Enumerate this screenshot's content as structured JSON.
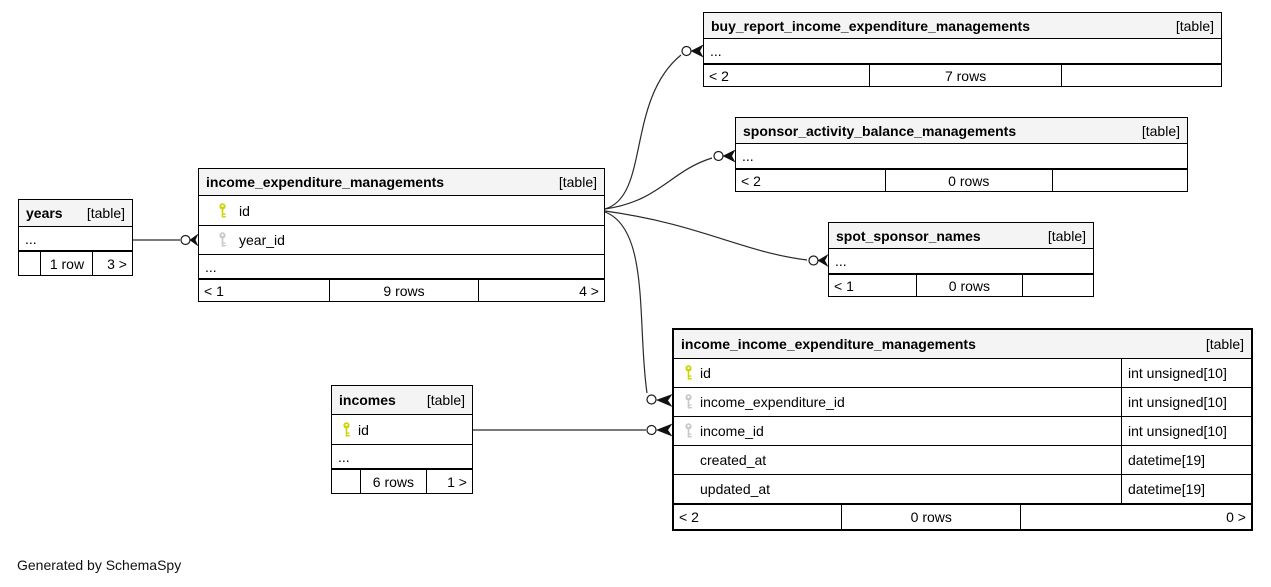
{
  "footer_note": "Generated by SchemaSpy",
  "colors": {
    "table_header_bg": "#f4f4f4",
    "border": "#000000",
    "primary_key_icon": "#ccd405",
    "foreign_key_icon": "#c9c9c9",
    "relationship_line": "#2a2a2a"
  },
  "tables": {
    "years": {
      "name": "years",
      "tag": "[table]",
      "ellipsis": "...",
      "footer": {
        "left": "",
        "center": "1 row",
        "right": "3 >"
      }
    },
    "income_expenditure_managements": {
      "name": "income_expenditure_managements",
      "tag": "[table]",
      "columns": [
        {
          "name": "id",
          "key": "primary"
        },
        {
          "name": "year_id",
          "key": "foreign"
        }
      ],
      "ellipsis": "...",
      "footer": {
        "left": "< 1",
        "center": "9 rows",
        "right": "4 >"
      }
    },
    "buy_report_income_expenditure_managements": {
      "name": "buy_report_income_expenditure_managements",
      "tag": "[table]",
      "ellipsis": "...",
      "footer": {
        "left": "< 2",
        "center": "7 rows",
        "right": ""
      }
    },
    "sponsor_activity_balance_managements": {
      "name": "sponsor_activity_balance_managements",
      "tag": "[table]",
      "ellipsis": "...",
      "footer": {
        "left": "< 2",
        "center": "0 rows",
        "right": ""
      }
    },
    "spot_sponsor_names": {
      "name": "spot_sponsor_names",
      "tag": "[table]",
      "ellipsis": "...",
      "footer": {
        "left": "< 1",
        "center": "0 rows",
        "right": ""
      }
    },
    "incomes": {
      "name": "incomes",
      "tag": "[table]",
      "columns": [
        {
          "name": "id",
          "key": "primary"
        }
      ],
      "ellipsis": "...",
      "footer": {
        "left": "",
        "center": "6 rows",
        "right": "1 >"
      }
    },
    "income_income_expenditure_managements": {
      "name": "income_income_expenditure_managements",
      "tag": "[table]",
      "columns": [
        {
          "name": "id",
          "key": "primary",
          "type": "int unsigned[10]"
        },
        {
          "name": "income_expenditure_id",
          "key": "foreign",
          "type": "int unsigned[10]"
        },
        {
          "name": "income_id",
          "key": "foreign",
          "type": "int unsigned[10]"
        },
        {
          "name": "created_at",
          "key": null,
          "type": "datetime[19]"
        },
        {
          "name": "updated_at",
          "key": null,
          "type": "datetime[19]"
        }
      ],
      "footer": {
        "left": "< 2",
        "center": "0 rows",
        "right": "0 >"
      }
    }
  },
  "relationships": [
    {
      "from": "years",
      "to": "income_expenditure_managements.year_id"
    },
    {
      "from": "income_expenditure_managements.id",
      "to": "buy_report_income_expenditure_managements"
    },
    {
      "from": "income_expenditure_managements.id",
      "to": "sponsor_activity_balance_managements"
    },
    {
      "from": "income_expenditure_managements.id",
      "to": "spot_sponsor_names"
    },
    {
      "from": "income_expenditure_managements.id",
      "to": "income_income_expenditure_managements.income_expenditure_id"
    },
    {
      "from": "incomes.id",
      "to": "income_income_expenditure_managements.income_id"
    }
  ]
}
